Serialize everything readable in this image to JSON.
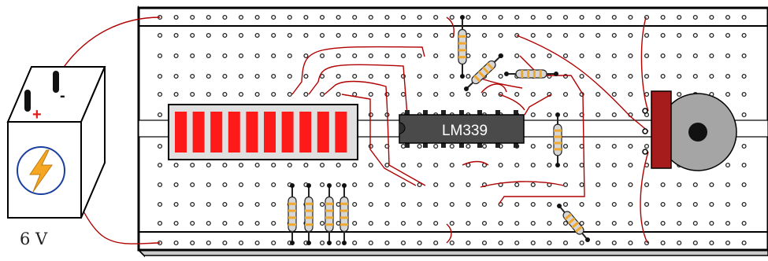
{
  "ic": {
    "label": "LM339"
  },
  "battery": {
    "voltage_label": "6 V",
    "plus_label": "+",
    "minus_label": "-",
    "bolt_icon": "lightning-bolt-icon"
  },
  "colors": {
    "wire": "#b00000",
    "board": "#ffffff",
    "outline": "#000000",
    "hole": "#222222",
    "led_segment": "#ff1a1a",
    "led_body": "#e0e0e0",
    "ic_body": "#4a4a4a",
    "pot_body": "#a61c1c",
    "pot_knob": "#a5a5a5",
    "resistor_body": "#d6d6d6",
    "resistor_band": "#f0a830",
    "bolt": "#f5a623",
    "bolt_ring": "#1a3fa0"
  },
  "led_bar": {
    "segments": 10
  }
}
